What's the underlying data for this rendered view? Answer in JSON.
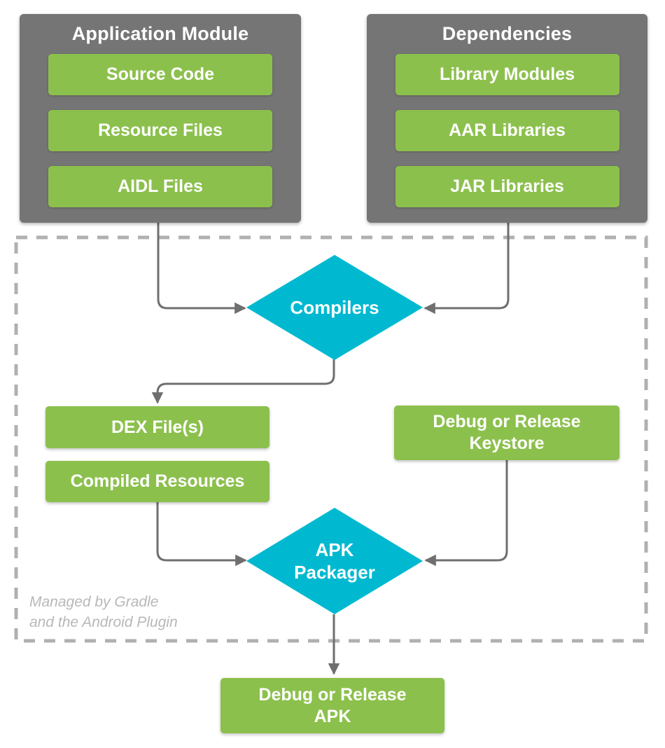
{
  "colors": {
    "group_background": "#757575",
    "node_green": "#8cc04d",
    "node_cyan": "#00b9d1",
    "connector": "#6f6f6f",
    "dashed_border": "#b0b0b0",
    "caption_text": "#b8b8b8",
    "node_text": "#ffffff"
  },
  "groups": [
    {
      "title": "Application Module",
      "items": [
        {
          "label": "Source Code"
        },
        {
          "label": "Resource Files"
        },
        {
          "label": "AIDL Files"
        }
      ]
    },
    {
      "title": "Dependencies",
      "items": [
        {
          "label": "Library Modules"
        },
        {
          "label": "AAR Libraries"
        },
        {
          "label": "JAR Libraries"
        }
      ]
    }
  ],
  "nodes": {
    "compilers": {
      "label": "Compilers"
    },
    "dex_files": {
      "label": "DEX File(s)"
    },
    "compiled_resources": {
      "label": "Compiled Resources"
    },
    "keystore": {
      "line1": "Debug or Release",
      "line2": "Keystore"
    },
    "apk_packager": {
      "line1": "APK",
      "line2": "Packager"
    },
    "output_apk": {
      "line1": "Debug or Release",
      "line2": "APK"
    }
  },
  "caption": {
    "line1": "Managed by Gradle",
    "line2": "and the Android Plugin"
  }
}
